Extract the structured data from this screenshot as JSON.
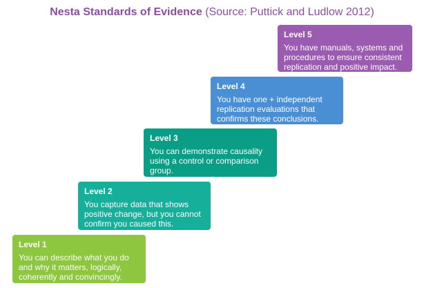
{
  "title": {
    "main": "Nesta Standards of Evidence",
    "source": "(Source: Puttick and Ludlow 2012)",
    "color": "#8a4ea0"
  },
  "levels": [
    {
      "label": "Level 1",
      "text": "You can describe what you do and why it matters, logically, coherently and convincingly.",
      "color": "#8dc63f"
    },
    {
      "label": "Level 2",
      "text": "You capture data that shows positive change, but you cannot confirm you caused this.",
      "color": "#16b09a"
    },
    {
      "label": "Level 3",
      "text": "You can demonstrate causality using a control or comparison group.",
      "color": "#0a9e87"
    },
    {
      "label": "Level 4",
      "text": "You have one + independent replication evaluations that confirms these conclusions.",
      "color": "#4a8fd4"
    },
    {
      "label": "Level 5",
      "text": "You have manuals, systems and procedures to ensure consistent replication and positive impact.",
      "color": "#9b5bb0"
    }
  ]
}
